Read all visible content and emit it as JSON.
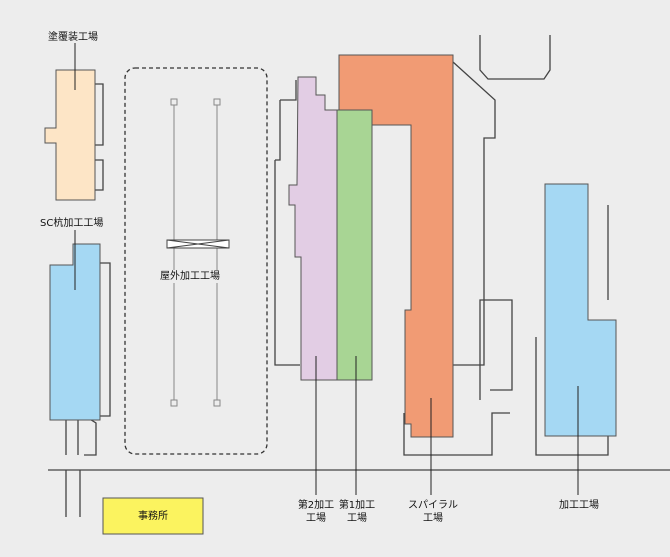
{
  "labels": {
    "paint_factory": "塗覆装工場",
    "sc_pile_factory": "SC杭加工工場",
    "outdoor_area": "屋外加工工場",
    "factory2": [
      "第2加工",
      "工場"
    ],
    "factory1": [
      "第1加工",
      "工場"
    ],
    "spiral_factory": [
      "スパイラル",
      "工場"
    ],
    "processing_factory": "加工工場",
    "office": "事務所"
  },
  "colors": {
    "background": "#ededed",
    "line": "#444444",
    "paint_factory": "#fde5c6",
    "sc_pile_factory": "#a5d8f3",
    "factory2": "#e2cde4",
    "factory1": "#a8d594",
    "spiral_factory": "#f19b74",
    "processing_factory": "#a5d8f3",
    "office": "#fbf35f"
  }
}
